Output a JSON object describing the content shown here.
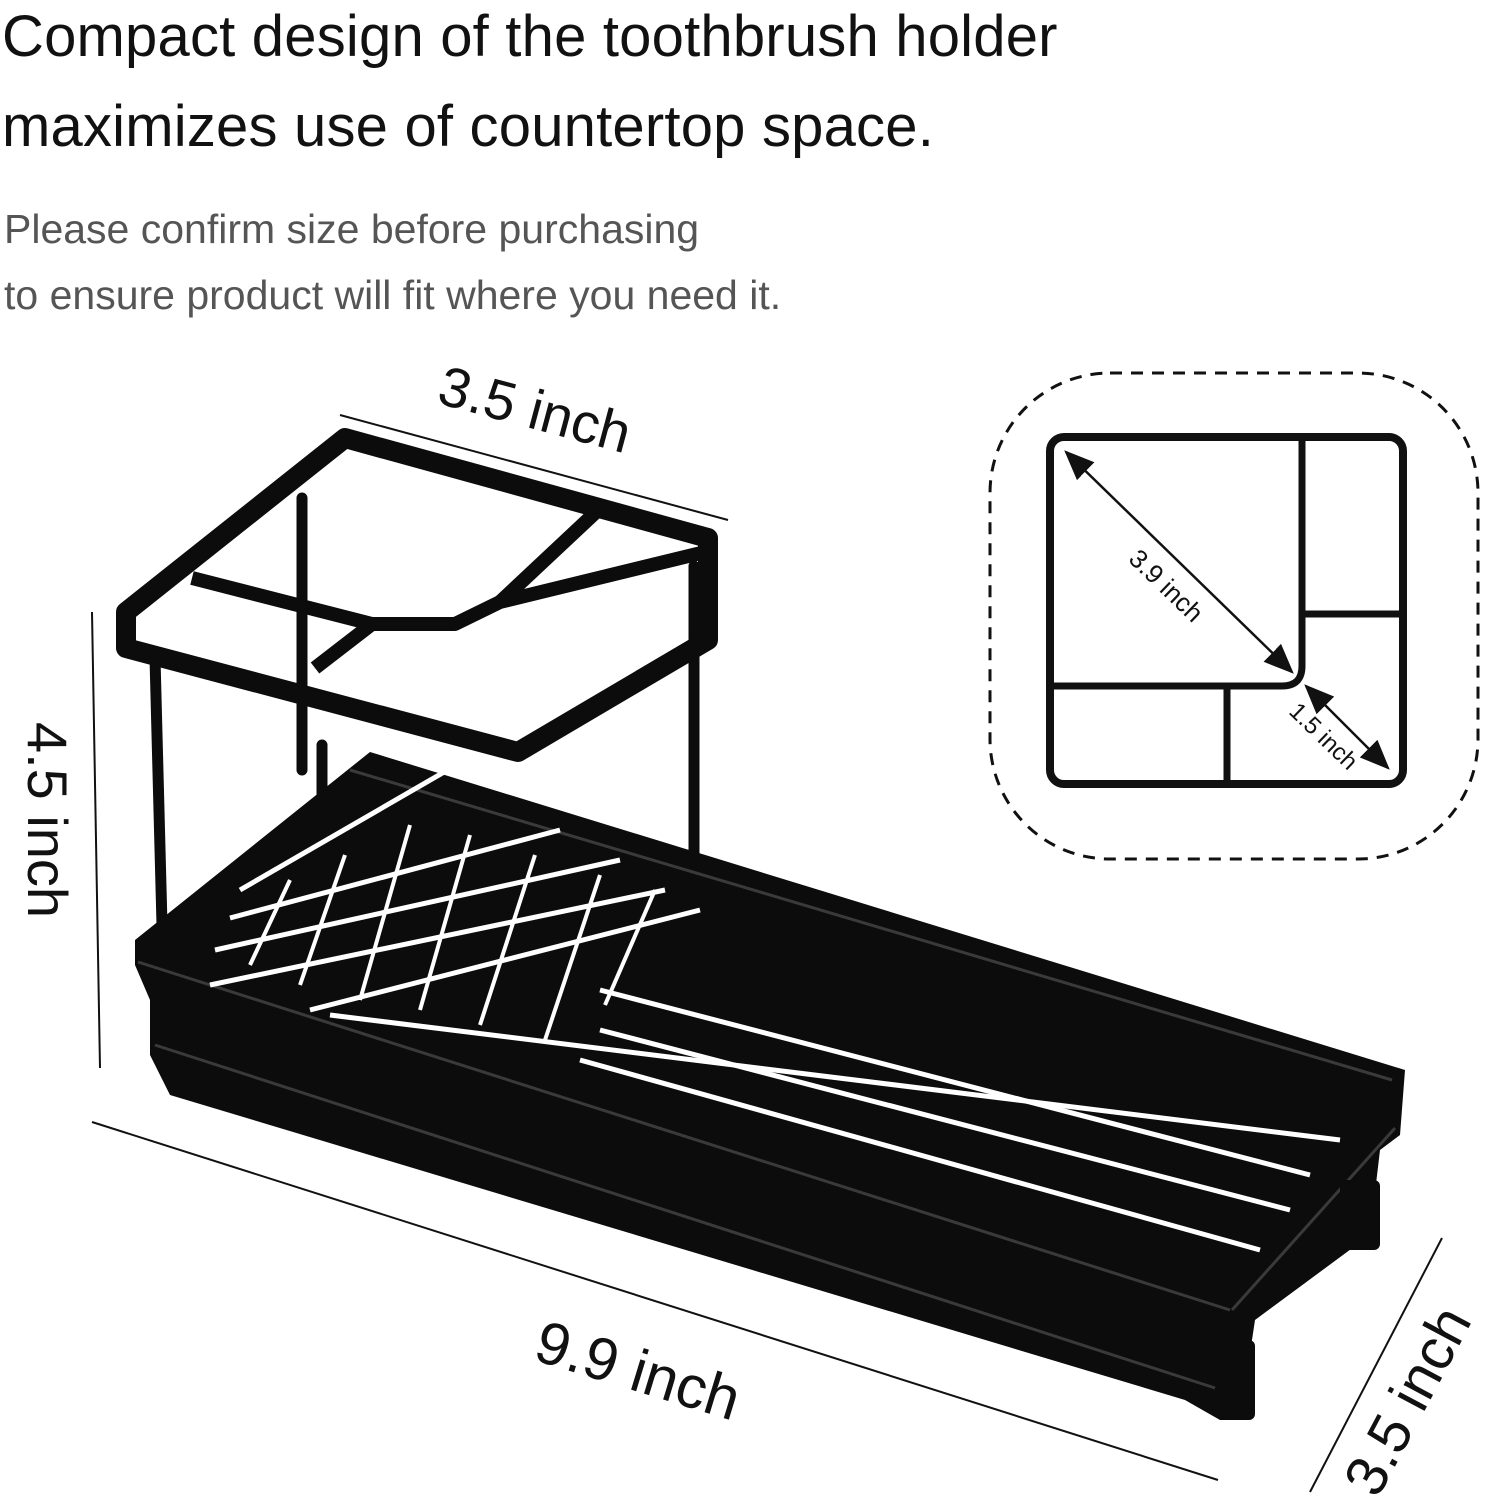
{
  "headline": {
    "line1": "Compact design of the toothbrush holder",
    "line2": "maximizes use of countertop space."
  },
  "subline": {
    "line1": "Please confirm size before purchasing",
    "line2": "to ensure product will fit where you need it."
  },
  "dimensions": {
    "cup_width": "3.5 inch",
    "height": "4.5 inch",
    "length": "9.9 inch",
    "depth": "3.5 inch",
    "diagonal": "3.9 inch",
    "small_compartment": "1.5 inch"
  },
  "colors": {
    "product": "#0c0c0c",
    "headline_text": "#111111",
    "subline_text": "#555555"
  }
}
